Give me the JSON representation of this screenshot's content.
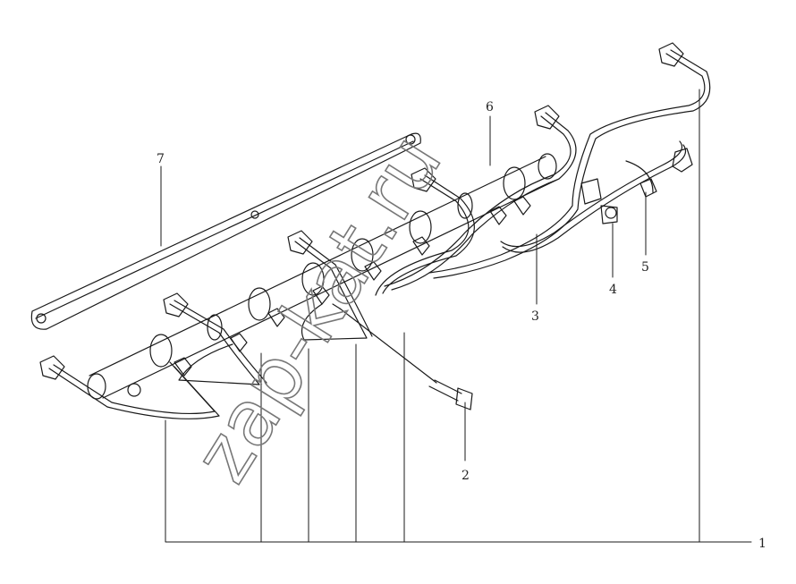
{
  "callouts": {
    "c1": "1",
    "c2": "2",
    "c3": "3",
    "c4": "4",
    "c5": "5",
    "c6": "6",
    "c7": "7"
  },
  "watermark": "zap-kat.ru",
  "colors": {
    "line": "#1a1a1a",
    "background": "#ffffff",
    "watermark": "#777777"
  }
}
